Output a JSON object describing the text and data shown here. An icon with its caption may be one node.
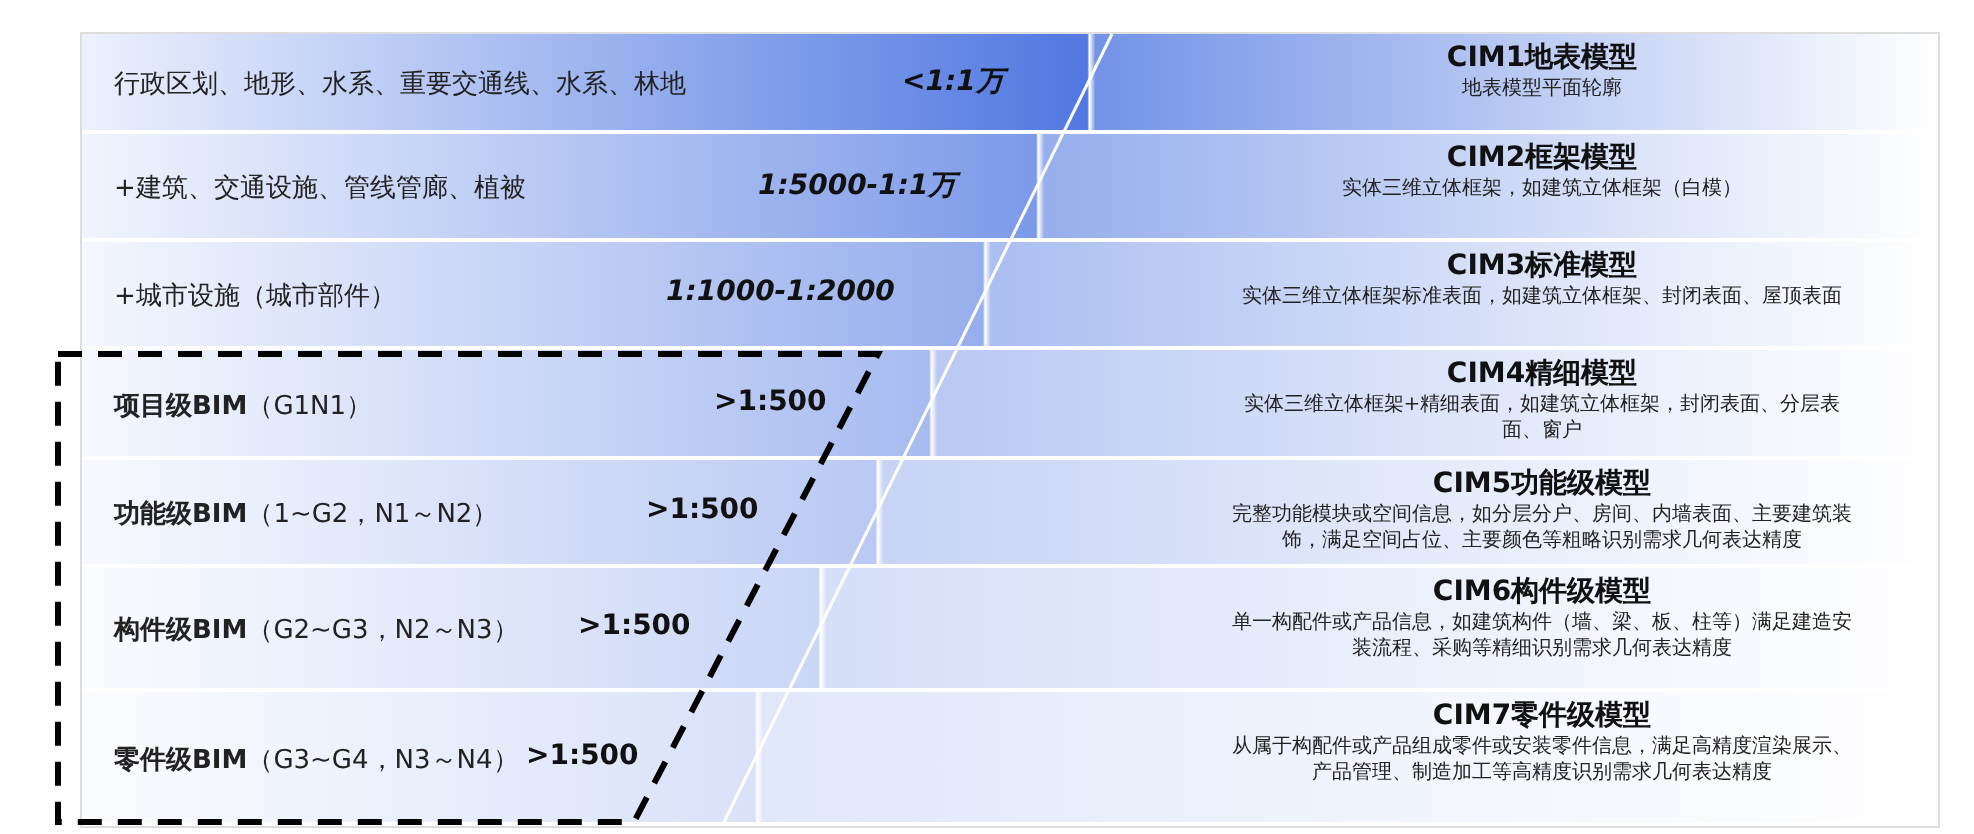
{
  "diagram": {
    "nodes": [
      {
        "text": [
          "行政区划、地形、水系、重要交通线、水系、林地",
          "<1:1万",
          "CIM1地表模型",
          "地表模型平面轮廓"
        ]
      },
      {
        "text": [
          "+建筑、交通设施、管线管廊、植被",
          "1:5000-1:1万",
          "CIM2框架模型",
          "实体三维立体框架，如建筑立体框架（白模）"
        ]
      },
      {
        "text": [
          "+城市设施（城市部件）",
          "1:1000-1:2000",
          "CIM3标准模型",
          "实体三维立体框架标准表面，如建筑立体框架、封闭表面、屋顶表面"
        ]
      },
      {
        "text": [
          "**项目级BIM**（G1N1）",
          ">1:500",
          "CIM4精细模型",
          "实体三维立体框架+精细表面，如建筑立体框架，封闭表面、分层表面、窗户"
        ]
      },
      {
        "text": [
          "**功能级BIM**（1~G2，N1～N2）",
          ">1:500",
          "CIM5功能级模型",
          "完整功能模块或空间信息，如分层分户、房间、内墙表面、主要建筑装饰，满足空间占位、主要颜色等粗略识别需求几何表达精度"
        ]
      },
      {
        "text": [
          "**构件级BIM**（G2~G3，N2～N3）",
          ">1:500",
          "CIM6构件级模型",
          "单一构配件或产品信息，如建筑构件（墙、梁、板、柱等）满足建造安装流程、采购等精细识别需求几何表达精度"
        ]
      },
      {
        "text": [
          "**零件级BIM**（G3~G4，N3～N4）",
          ">1:500",
          "CIM7零件级模型",
          "从属于构配件或产品组成零件或安装零件信息，满足高精度渲染展示、产品管理、制造加工等高精度识别需求几何表达精度"
        ]
      }
    ]
  }
}
